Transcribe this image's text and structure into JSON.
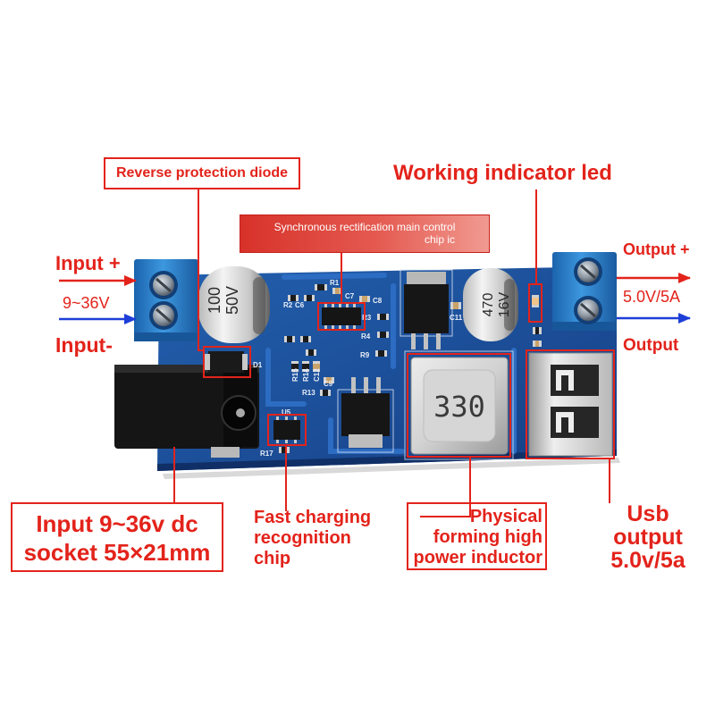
{
  "annotations": {
    "reverse_diode": "Reverse protection diode",
    "indicator_led": "Working indicator led",
    "main_chip": [
      "Synchronous rectification main control",
      "chip ic"
    ],
    "input_plus": "Input +",
    "input_range": "9~36V",
    "input_minus": "Input-",
    "output_plus": "Output +",
    "output_rating": "5.0V/5A",
    "output_minus": "Output",
    "dc_socket": [
      "Input 9~36v dc",
      "socket 55×21mm"
    ],
    "fast_charge_chip": [
      "Fast charging",
      "recognition",
      "chip"
    ],
    "inductor": [
      "Physical",
      "forming high",
      "power inductor"
    ],
    "usb_output": [
      "Usb",
      "output",
      "5.0v/5a"
    ]
  },
  "board": {
    "input_cap": [
      "100",
      "50V"
    ],
    "output_cap": [
      "470",
      "16V"
    ],
    "inductor_marking": "330",
    "silkscreen": [
      "R2",
      "C6",
      "R1",
      "C7",
      "C8",
      "R3",
      "R4",
      "R9",
      "R15",
      "R14",
      "C12",
      "C9",
      "R13",
      "U5",
      "R17",
      "D1",
      "C11"
    ]
  },
  "colors": {
    "annotation_red": "#e3231b",
    "arrow_blue": "#1d3fd8",
    "pcb_blue": "#1e4f9c",
    "terminal_blue": "#2f86d0"
  }
}
